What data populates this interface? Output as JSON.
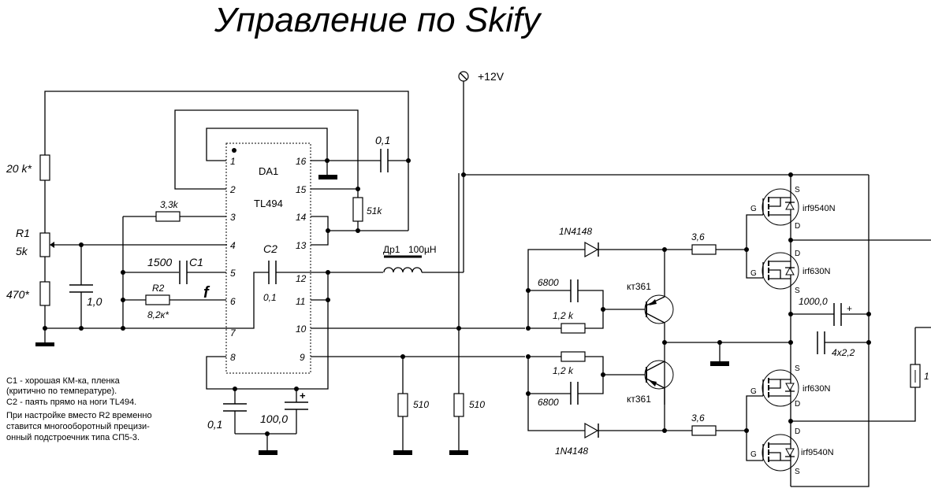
{
  "title": "Управление  по  Skify",
  "power": {
    "label": "+12V"
  },
  "ic": {
    "ref": "DA1",
    "part": "TL494",
    "pins_left": [
      "1",
      "2",
      "3",
      "4",
      "5",
      "6",
      "7",
      "8"
    ],
    "pins_right": [
      "16",
      "15",
      "14",
      "13",
      "12",
      "11",
      "10",
      "9"
    ]
  },
  "components": {
    "r_top": "20 k*",
    "r1_ref": "R1",
    "r1_val": "5k",
    "r_bottom": "470*",
    "c_10": "1,0",
    "r_33k": "3,3k",
    "c1_val": "1500",
    "c1_ref": "C1",
    "r2_ref": "R2",
    "r2_val": "8,2к*",
    "f_label": "f",
    "c2_ref": "C2",
    "c2_val": "0,1",
    "c_top": "0,1",
    "r_51k": "51k",
    "choke_ref": "Др1",
    "choke_val": "100µH",
    "c_vcc": "0,1",
    "c_vcc_el": "100,0",
    "c_plus": "+",
    "r510a": "510",
    "r510b": "510",
    "d_top": "1N4148",
    "d_bot": "1N4148",
    "c6800_top": "6800",
    "c6800_bot": "6800",
    "r12k_top": "1,2 k",
    "r12k_bot": "1,2 k",
    "q_top": "кт361",
    "q_bot": "кт361",
    "r36_top": "3,6",
    "r36_bot": "3,6",
    "c1000": "1000,0",
    "c1000_plus": "+",
    "c4x22": "4x2,2",
    "r_right": "1",
    "m1": "irf9540N",
    "m2": "irf630N",
    "m3": "irf630N",
    "m4": "irf9540N",
    "pin_g": "G",
    "pin_s": "S",
    "pin_d": "D"
  },
  "notes": [
    "C1 - хорошая КМ-ка, пленка",
    " (критично по температуре).",
    "C2 - паять прямо на ноги TL494.",
    "При настройке вместо R2 временно",
    "ставится многооборотный прецизи-",
    "онный  подстроечник типа СП5-3."
  ]
}
